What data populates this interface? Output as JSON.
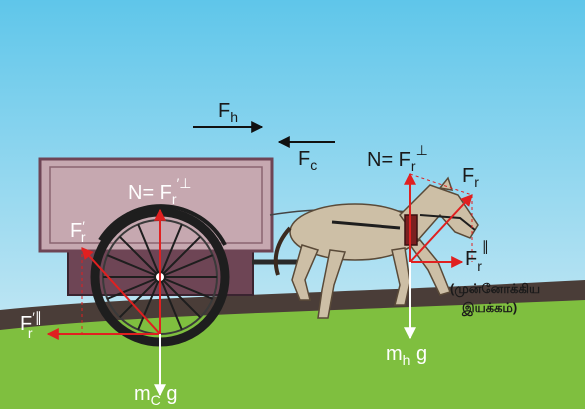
{
  "colors": {
    "sky_top": "#5fc6ea",
    "sky_bottom": "#d8eef6",
    "ground_dark": "#4a3d38",
    "grass": "#7fbf3f",
    "cart_body": "#c6a8b0",
    "cart_base": "#6e4555",
    "wheel": "#1e1e1e",
    "horse": "#cdbfa6",
    "force_red": "#e02020",
    "arrow_black": "#111111",
    "arrow_white": "#ffffff"
  },
  "labels": {
    "F_h": "F",
    "F_h_sub": "h",
    "F_c": "F",
    "F_c_sub": "c",
    "N_horse_prefix": "N= F",
    "N_horse_sub": "r",
    "N_horse_sup": "⊥",
    "F_r": "F",
    "F_r_sub": "r",
    "F_r_par": "F",
    "F_r_par_sub": "r",
    "F_r_par_sup": "∥",
    "forward_motion_line1": "(முன்னோக்கிய",
    "forward_motion_line2": "இயக்கம்)",
    "m_h_g": "m",
    "m_h_g_sub": "h",
    "m_h_g_tail": " g",
    "N_cart_prefix": "N= F",
    "N_cart_sub": "r",
    "N_cart_sup": "′⊥",
    "F_r_prime": "F",
    "F_r_prime_mark": "′",
    "F_r_prime_sub": "r",
    "F_r_prime_par": "F",
    "F_r_prime_par_sup": "′∥",
    "F_r_prime_par_sub": "r",
    "m_c_g": "m",
    "m_c_g_sub": "C",
    "m_c_g_tail": " g"
  }
}
